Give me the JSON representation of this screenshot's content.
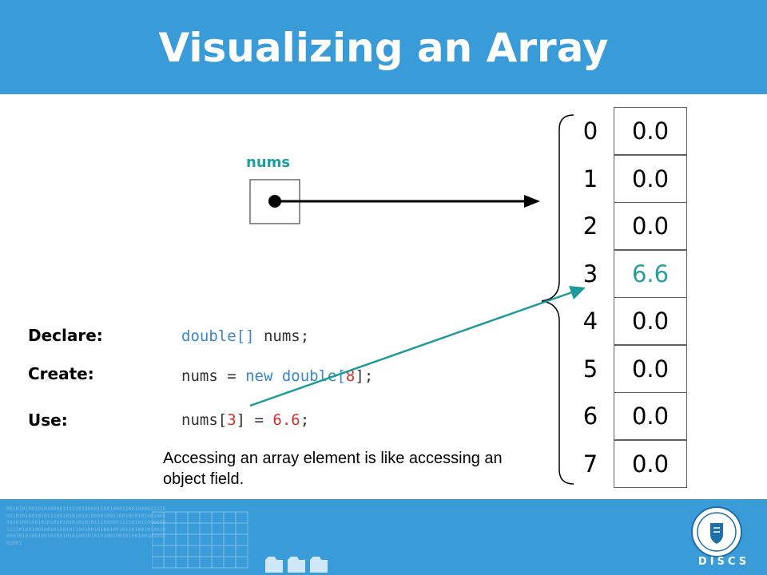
{
  "slide": {
    "title": "Visualizing an Array",
    "variable_name": "nums",
    "array": {
      "indices": [
        "0",
        "1",
        "2",
        "3",
        "4",
        "5",
        "6",
        "7"
      ],
      "values": [
        "0.0",
        "0.0",
        "0.0",
        "6.6",
        "0.0",
        "0.0",
        "0.0",
        "0.0"
      ],
      "highlight_index": 3,
      "highlight_color": "#2a9d9d"
    },
    "code": {
      "declare_label": "Declare:",
      "declare_type": "double[]",
      "declare_rest": " nums;",
      "create_label": "Create:",
      "create_pre": "nums = ",
      "create_new": "new double[",
      "create_size": "8",
      "create_post": "];",
      "use_label": "Use:",
      "use_pre": "nums[",
      "use_index": "3",
      "use_mid": "] = ",
      "use_value": "6.6",
      "use_post": ";"
    },
    "caption": "Accessing an array element is like accessing an object field.",
    "footer": {
      "logo_text": "DISCS",
      "binary_text": "00101010010101000011111010000110010001100100001111001101010010101110010101010100001001100101010100100101001001001010101010101010101110000011110101100000011110100100100101001011001001010010010110100101001000010101001001010010101001010101001001010010010101001001"
    },
    "colors": {
      "header_bg": "#3a9bd9",
      "arrow_teal": "#1f9a9a",
      "code_keyword": "#3a86c8",
      "code_literal": "#d0312d"
    }
  }
}
